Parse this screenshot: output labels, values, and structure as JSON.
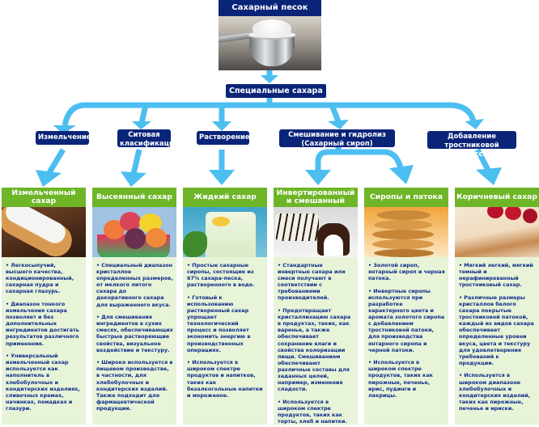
{
  "top": {
    "title": "Сахарный песок",
    "image": "sugar-in-pot-photo"
  },
  "special": {
    "label": "Специальные сахара"
  },
  "processes": [
    {
      "label": "Измельчение"
    },
    {
      "label": "Ситовая класификация"
    },
    {
      "label": "Растворение"
    },
    {
      "label": "Смешивание и гидролиз (Сахарный сироп)"
    },
    {
      "label": "Добавление тростниковой мелассы"
    }
  ],
  "products": [
    {
      "title": "Измельченный сахар",
      "image": "eclair-with-icing-photo",
      "bullets": [
        "• Легкосыпучий, высшего качества, кондиционированный, сахарная пудра и сахарная глазурь.",
        "• Диапазон тонкого измельчения сахара позволяет и без дополнительных ингредиентов достигать результатов различного применения.",
        "• Универсальный измельченный сахар используется как наполнитель в хлебобулочных и кондитерских изделиях, сливочных кремах, начинках, помадках и глазури."
      ]
    },
    {
      "title": "Высеянный сахар",
      "image": "jelly-candies-cup-photo",
      "bullets": [
        "• Специальный диапазон кристаллов определенных размеров, от мелкого литого сахара до декоративного сахара для выраженного вкуса.",
        "• Для смешивания ингредиентов в сухих смесях, обеспечивающих быстрые растворяющие свойства, визуальное воздействие и текстуру.",
        "• Широко используется в пищевом производстве, в частности, для хлебобулочных и кондитерских изделий. Также подходит для фармацевтической продукции."
      ]
    },
    {
      "title": "Жидкий сахар",
      "image": "lemonade-glass-photo",
      "bullets": [
        "• Простые сахарные сиропы, состоящие из 67% сахара-песка, растворенного в воде.",
        "• Готовый к использованию растворенный сахар упрощает технологический процесс и позволяет экономить энергию в производственных операциях.",
        "• Используется в широком спектре продуктов и напитков, таких как безалкогольные напитки и мороженое."
      ]
    },
    {
      "title": "Инвертированный и смешанный",
      "image": "chocolate-candies-photo",
      "bullets": [
        "• Стандартные инвертные сахара или смеси получают в соответствии с требованиями производителей.",
        "• Предотвращает кристаллизацию сахара в продуктах, таких, как варенье, а также обеспечивает сохранение влаги и свойства колоризации пищи. Смешиванием обеспечивают различные составы для заданных целей, например, изменения сладости.",
        "• Используется в широком спектре продуктов, таких как торты, хлеб и напитки."
      ]
    },
    {
      "title": "Сиропы и патока",
      "image": "pancakes-with-syrup-photo",
      "bullets": [
        "• Золотой сироп, янтарный сироп и черная патока.",
        "• Инвертные сиропы используются при разработке характерного цвета и аромата золотого сиропа с добавлением тростниковой патоки, для производства янтарного сиропа и черной патоки.",
        "• Используется в широком спектре продуктов, таких как пирожные, печенье, ирис, пудинги и лакрицы."
      ]
    },
    {
      "title": "Коричневый сахар",
      "image": "cheesecake-with-raspberries-photo",
      "bullets": [
        "• Мягкий легкий, мягкий темный и нерафинированный тростниковый сахар.",
        "• Различные размеры кристаллов белого сахара покрытые тростниковой патокой, каждый из видов сахара обеспечивает определенные уровни вкуса, цвета и текстуру для удовлетворения требований к продукции.",
        "• Используется в широком диапазоне хлебобулочных и кондитерских изделий, таких как пирожные, печенье и ириски."
      ]
    }
  ],
  "colors": {
    "navy": "#0a2478",
    "arrow": "#4cbef0",
    "green_header": "#6eb528",
    "panel_bg": "#e8f4d8",
    "body_text": "#0d2a8a"
  }
}
